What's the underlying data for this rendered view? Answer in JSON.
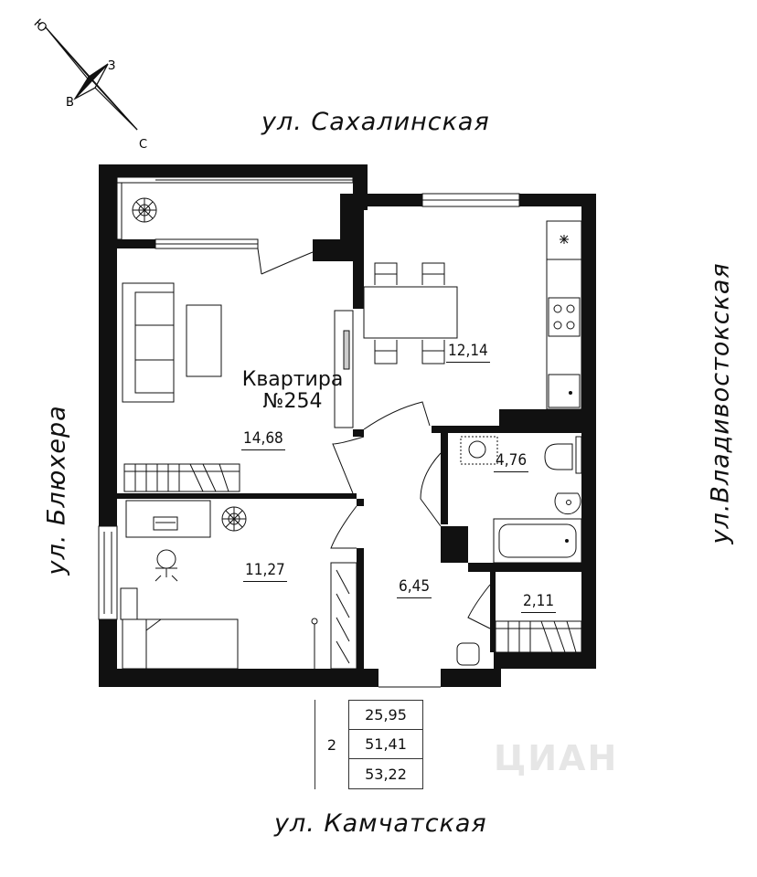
{
  "compass": {
    "labels": [
      "Ю",
      "З",
      "В",
      "С"
    ]
  },
  "streets": {
    "north": "ул. Сахалинская",
    "south": "ул. Камчатская",
    "west": "ул. Блюхера",
    "east": "ул.Владивостокская"
  },
  "apartment": {
    "line1": "Квартира",
    "line2": "№254"
  },
  "rooms": [
    {
      "id": "living-room",
      "area": "14,68"
    },
    {
      "id": "kitchen",
      "area": "12,14"
    },
    {
      "id": "bathroom",
      "area": "4,76"
    },
    {
      "id": "bedroom",
      "area": "11,27"
    },
    {
      "id": "hallway",
      "area": "6,45"
    },
    {
      "id": "wardrobe",
      "area": "2,11"
    }
  ],
  "summary": {
    "rooms_count": "2",
    "living_area": "25,95",
    "total_area": "51,41",
    "total_area_with_balcony": "53,22"
  },
  "watermark": "ЦИАН"
}
